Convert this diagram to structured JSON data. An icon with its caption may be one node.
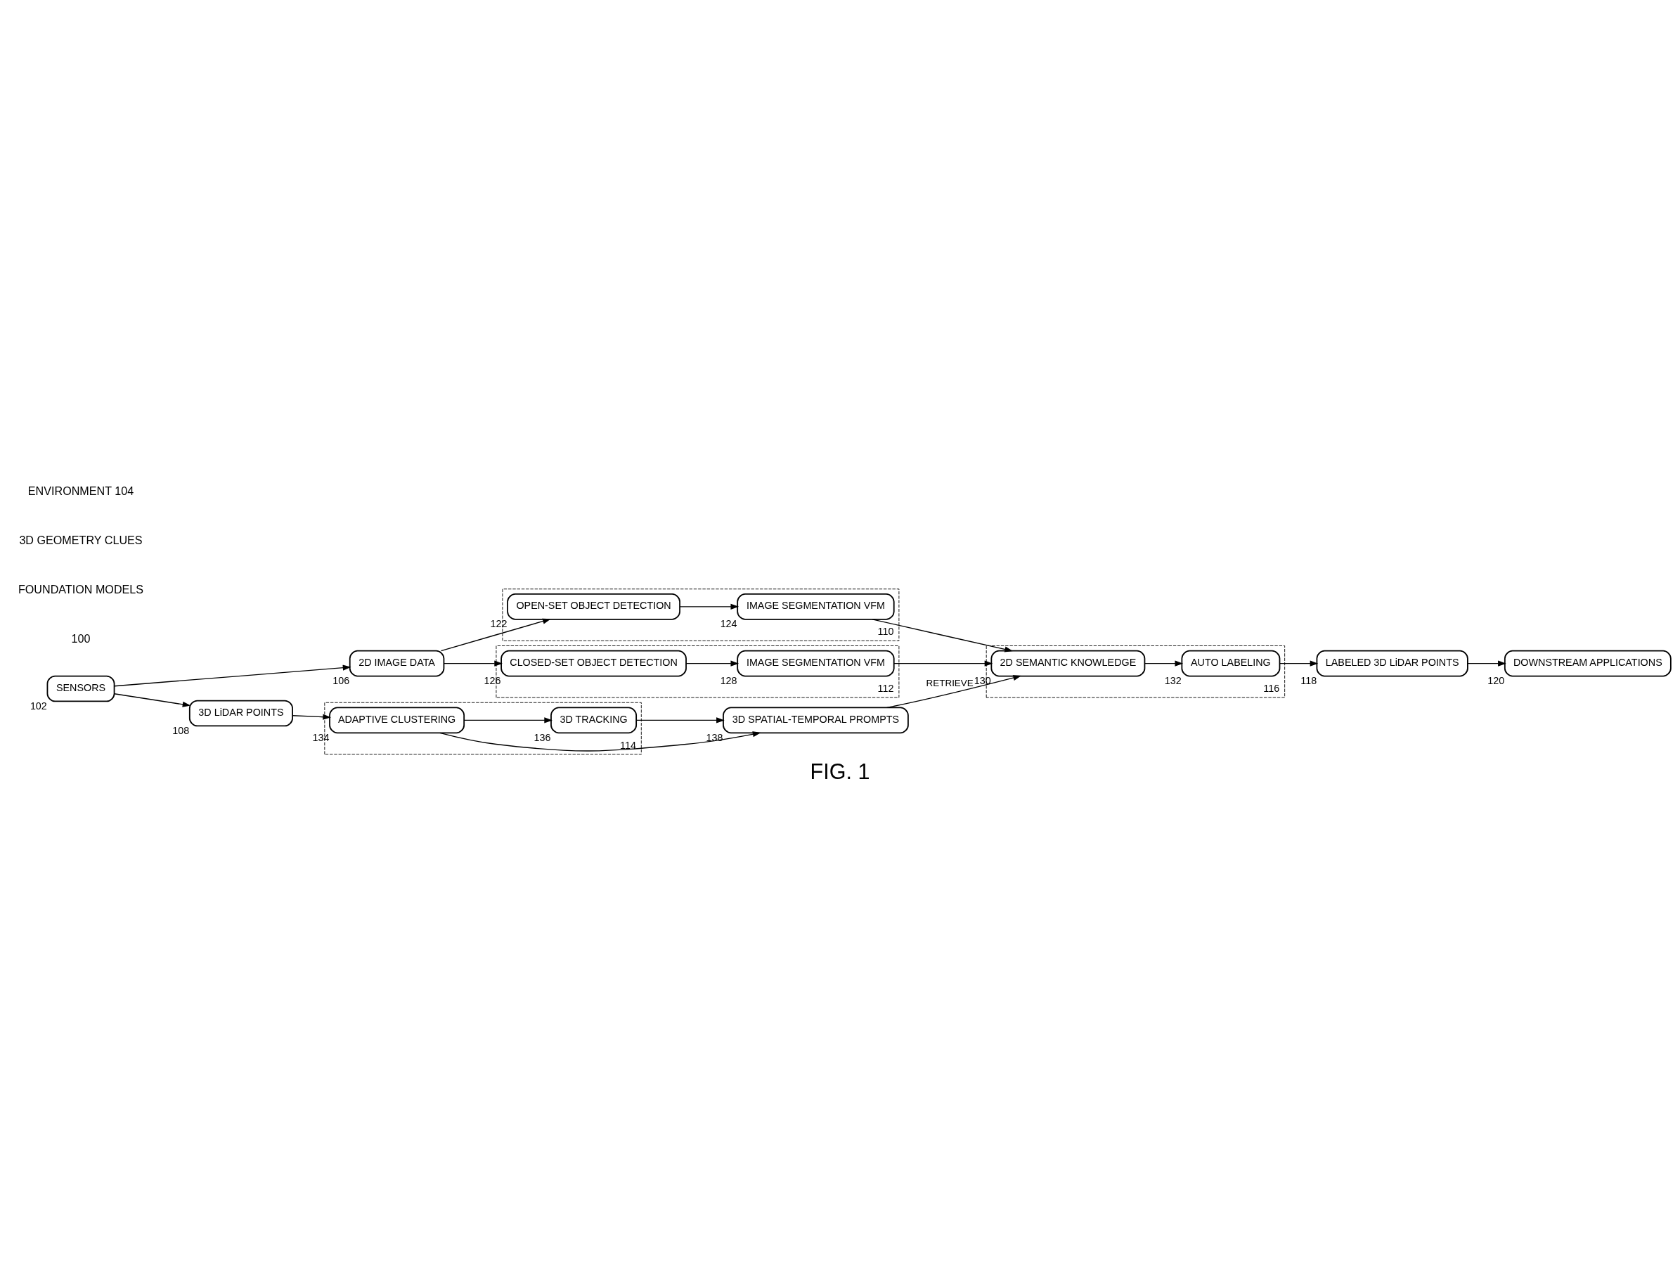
{
  "diagram": {
    "caption": "FIG. 1",
    "nodes": [
      {
        "text": [
          "SENSORS"
        ],
        "beside": [
          "102"
        ]
      },
      {
        "text": [
          "2D IMAGE DATA"
        ],
        "beside": [
          "106"
        ]
      },
      {
        "text": [
          "3D LiDAR POINTS"
        ],
        "beside": [
          "108"
        ]
      },
      {
        "text": [],
        "shape": "box",
        "beside": [
          "110"
        ]
      },
      {
        "text": [
          "OPEN-SET OBJECT DETECTION"
        ],
        "in": 3,
        "beside": [
          "122"
        ]
      },
      {
        "text": [
          "IMAGE SEGMENTATION VFM"
        ],
        "in": 3,
        "beside": [
          "124"
        ]
      },
      {
        "text": [],
        "shape": "box",
        "beside": [
          "112"
        ]
      },
      {
        "text": [
          "CLOSED-SET OBJECT DETECTION"
        ],
        "in": 6,
        "beside": [
          "126"
        ]
      },
      {
        "text": [
          "IMAGE SEGMENTATION VFM"
        ],
        "in": 6,
        "beside": [
          "128"
        ]
      },
      {
        "text": [],
        "shape": "box",
        "beside": [
          "114"
        ]
      },
      {
        "text": [
          "ADAPTIVE CLUSTERING"
        ],
        "in": 9,
        "beside": [
          "134"
        ]
      },
      {
        "text": [
          "3D TRACKING"
        ],
        "in": 9,
        "beside": [
          "136"
        ]
      },
      {
        "text": [
          "3D SPATIAL-TEMPORAL PROMPTS"
        ],
        "beside": [
          "138"
        ]
      },
      {
        "text": [],
        "shape": "box",
        "beside": [
          "116"
        ]
      },
      {
        "text": [
          "2D SEMANTIC KNOWLEDGE"
        ],
        "in": 13,
        "beside": [
          "130"
        ]
      },
      {
        "text": [
          "AUTO LABELING"
        ],
        "in": 13,
        "beside": [
          "132"
        ]
      },
      {
        "text": [
          "LABELED 3D LiDAR POINTS"
        ],
        "beside": [
          "118"
        ]
      },
      {
        "text": [
          "DOWNSTREAM APPLICATIONS"
        ],
        "beside": [
          "120"
        ]
      }
    ],
    "edges": [
      {
        "from": 0,
        "to": 1,
        "arrow": "to"
      },
      {
        "from": 0,
        "to": 2,
        "arrow": "to"
      },
      {
        "from": 1,
        "to": 4,
        "arrow": "to"
      },
      {
        "from": 1,
        "to": 7,
        "arrow": "to"
      },
      {
        "from": 4,
        "to": 5,
        "arrow": "to"
      },
      {
        "from": 7,
        "to": 8,
        "arrow": "to"
      },
      {
        "from": 5,
        "to": 14,
        "arrow": "to"
      },
      {
        "from": 8,
        "to": 14,
        "arrow": "to"
      },
      {
        "from": 2,
        "to": 10,
        "arrow": "to"
      },
      {
        "from": 10,
        "to": 11,
        "arrow": "to"
      },
      {
        "from": 10,
        "to": 12,
        "arrow": "to"
      },
      {
        "from": 11,
        "to": 12,
        "arrow": "to"
      },
      {
        "from": 12,
        "to": 14,
        "arrow": "to",
        "label": "RETRIEVE"
      },
      {
        "from": 14,
        "to": 15,
        "arrow": "to"
      },
      {
        "from": 15,
        "to": 16,
        "arrow": "to"
      },
      {
        "from": 16,
        "to": 17,
        "arrow": "to"
      }
    ],
    "labels": [
      "100",
      "FOUNDATION MODELS",
      "3D GEOMETRY CLUES",
      "ENVIRONMENT 104"
    ]
  }
}
